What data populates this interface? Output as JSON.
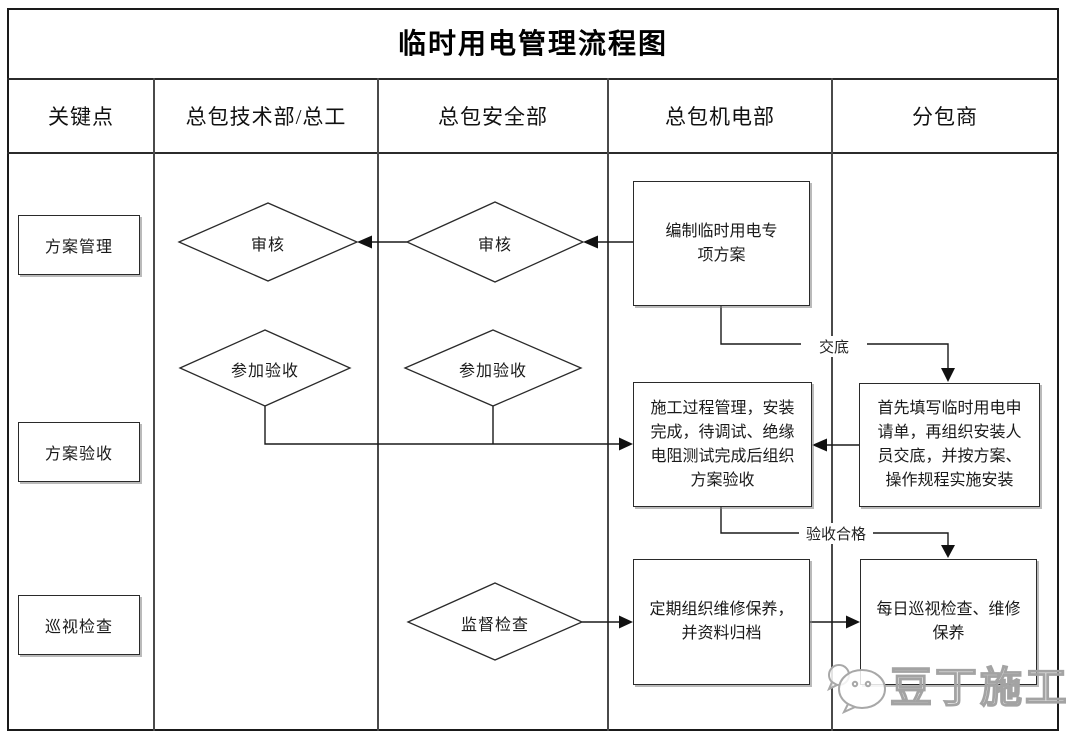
{
  "title": "临时用电管理流程图",
  "header": {
    "columns": [
      "关键点",
      "总包技术部/总工",
      "总包安全部",
      "总包机电部",
      "分包商"
    ]
  },
  "key_points": {
    "plan_management": "方案管理",
    "plan_acceptance": "方案验收",
    "patrol_inspection": "巡视检查"
  },
  "nodes": {
    "review_tech": "审核",
    "review_safety": "审核",
    "join_acceptance_tech": "参加验收",
    "join_acceptance_safety": "参加验收",
    "supervise_check": "监督检查",
    "prepare_plan": "编制临时用电专\n项方案",
    "construction_manage": "施工过程管理，安装\n完成，待调试、绝缘\n电阻测试完成后组织\n方案验收",
    "apply_install": "首先填写临时用电申\n请单，再组织安装人\n员交底，并按方案、\n操作规程实施安装",
    "periodic_maintenance": "定期组织维修保养，\n并资料归档",
    "daily_patrol": "每日巡视检查、维修\n保养"
  },
  "edge_labels": {
    "briefing": "交底",
    "acceptance_passed": "验收合格"
  },
  "watermark": {
    "text": "豆丁施工",
    "icon": "wechat-chat-bubbles-icon"
  },
  "colors": {
    "line": "#1a1a1a",
    "divider": "#4a4a4a",
    "watermark": "#a3a3a3",
    "background": "#ffffff"
  }
}
